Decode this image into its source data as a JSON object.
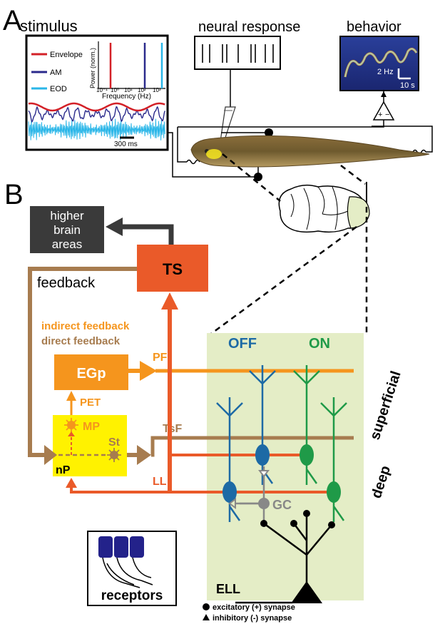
{
  "panel_a": {
    "letter": "A",
    "stimulus_title": "stimulus",
    "neural_title": "neural response",
    "behavior_title": "behavior",
    "legend": [
      {
        "label": "Envelope",
        "color": "#d32027"
      },
      {
        "label": "AM",
        "color": "#2b2a8c"
      },
      {
        "label": "EOD",
        "color": "#29b6e8"
      }
    ],
    "inset_ylabel": "Power (norm.)",
    "inset_xlabel": "Frequency (Hz)",
    "inset_ticks": [
      "10⁻¹",
      "10⁰",
      "10¹",
      "10²",
      "10³"
    ],
    "time_scale": "300 ms",
    "behavior_scale_y": "2 Hz",
    "behavior_scale_x": "10 s",
    "amp_plus": "+",
    "amp_minus": "−"
  },
  "panel_b": {
    "letter": "B",
    "higher_line1": "higher",
    "higher_line2": "brain",
    "higher_line3": "areas",
    "ts": "TS",
    "feedback": "feedback",
    "indirect_feedback": "indirect feedback",
    "direct_feedback": "direct feedback",
    "egp": "EGp",
    "pf": "PF",
    "pet": "PET",
    "mp": "MP",
    "st": "St",
    "tsf": "TsF",
    "np": "nP",
    "ll": "LL",
    "off": "OFF",
    "on": "ON",
    "superficial": "superficial",
    "deep": "deep",
    "gc": "GC",
    "ell": "ELL",
    "receptors": "receptors",
    "legend_excitatory": "excitatory (+) synapse",
    "legend_inhibitory": "inhibitory (-) synapse"
  },
  "colors": {
    "orange_red": "#ea5a29",
    "orange": "#f5951d",
    "brown": "#a77c4f",
    "off_blue": "#1d6aa5",
    "on_green": "#1f9a48",
    "ell_bg": "#e4edc6",
    "np_bg": "#fff200",
    "higher_bg": "#3a3a3a",
    "gc_gray": "#888888"
  }
}
